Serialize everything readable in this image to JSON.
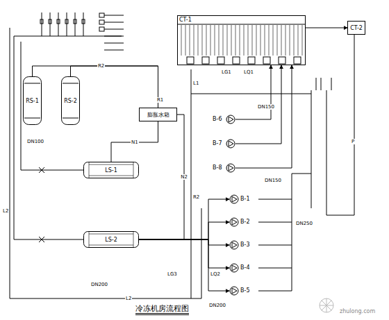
{
  "diagram": {
    "title": "冷冻机房流程图",
    "nodes": [
      {
        "text": [
          "CT-1"
        ]
      },
      {
        "text": [
          "CT-2"
        ]
      },
      {
        "text": [
          "膨胀水箱"
        ]
      },
      {
        "text": [
          "LS-1"
        ]
      },
      {
        "text": [
          "LS-2"
        ]
      },
      {
        "text": [
          "RS-1"
        ]
      },
      {
        "text": [
          "RS-2"
        ]
      },
      {
        "text": [
          "B-6"
        ]
      },
      {
        "text": [
          "B-7"
        ]
      },
      {
        "text": [
          "B-8"
        ]
      },
      {
        "text": [
          "B-1"
        ]
      },
      {
        "text": [
          "B-2"
        ]
      },
      {
        "text": [
          "B-3"
        ]
      },
      {
        "text": [
          "B-4"
        ]
      },
      {
        "text": [
          "B-5"
        ]
      }
    ],
    "edges": [
      {
        "from": 0,
        "to": 1,
        "arrow": "to"
      },
      {
        "from": 5,
        "to": 2,
        "arrow": "none"
      },
      {
        "from": 6,
        "to": 2,
        "arrow": "none"
      },
      {
        "from": 2,
        "to": 3,
        "label": "N1",
        "arrow": "none"
      },
      {
        "from": 2,
        "to": 4,
        "label": "N2",
        "arrow": "none"
      },
      {
        "from": 7,
        "to": 0,
        "arrow": "to"
      },
      {
        "from": 8,
        "to": 0,
        "arrow": "to"
      },
      {
        "from": 9,
        "to": 0,
        "arrow": "to"
      },
      {
        "from": 4,
        "to": 10,
        "arrow": "to"
      },
      {
        "from": 4,
        "to": 11,
        "arrow": "to"
      },
      {
        "from": 4,
        "to": 12,
        "arrow": "to"
      },
      {
        "from": 4,
        "to": 13,
        "arrow": "to"
      },
      {
        "from": 4,
        "to": 14,
        "arrow": "to"
      }
    ],
    "labels": [
      "L1",
      "L2",
      "L2",
      "R1",
      "R2",
      "R2",
      "LG1",
      "LG3",
      "LQ1",
      "LQ2",
      "P",
      "DN150",
      "DN150",
      "DN200",
      "DN200",
      "DN250",
      "DN100",
      "zhulong.com"
    ]
  }
}
